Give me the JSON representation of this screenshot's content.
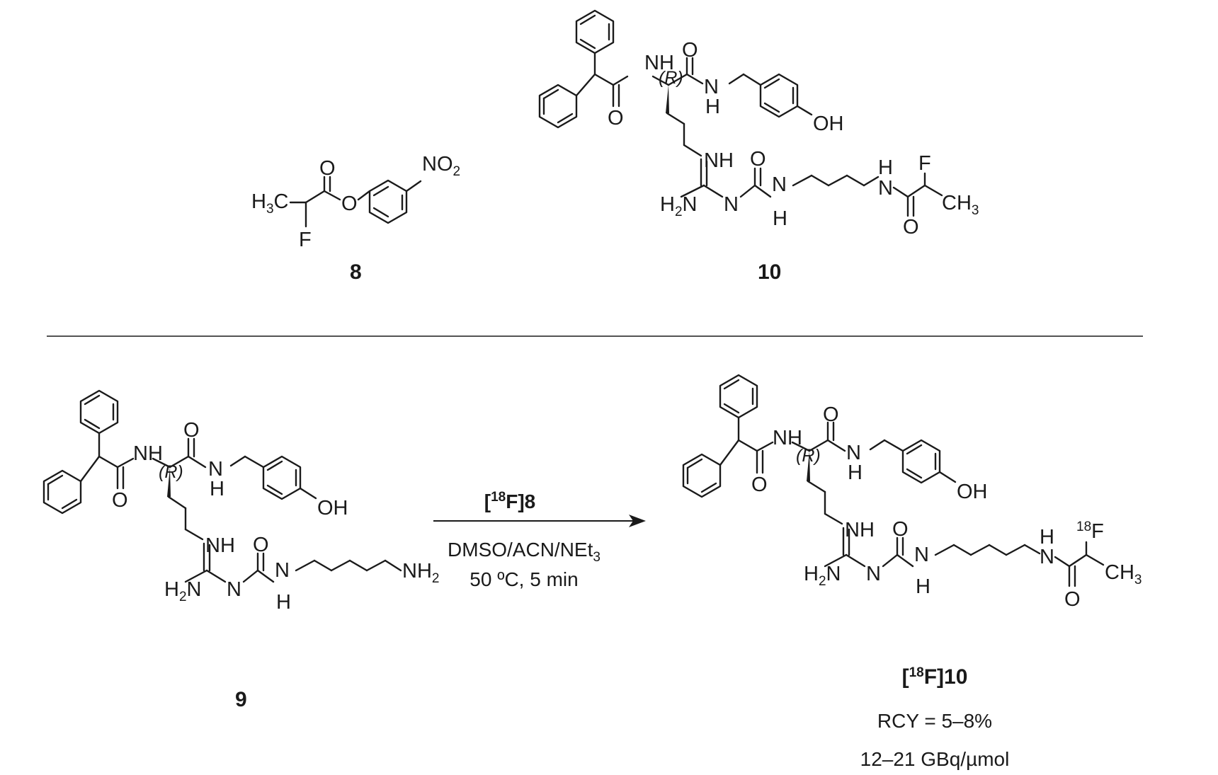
{
  "compounds": {
    "c8": {
      "id": "8"
    },
    "c10": {
      "id": "10"
    },
    "c9": {
      "id": "9"
    },
    "f10": {
      "id_prefix": "[",
      "isotope": "18",
      "id_suffix": "F]10",
      "rcy": "RCY = 5–8%",
      "molar_activity": "12–21 GBq/µmol"
    }
  },
  "reaction": {
    "reagent_prefix": "[",
    "reagent_isotope": "18",
    "reagent_suffix": "F]8",
    "solvents_main": "DMSO/ACN/NEt",
    "solvents_sub": "3",
    "conditions": "50 ºC, 5 min"
  },
  "atoms": {
    "H3C": "H",
    "H3C_sub": "3",
    "H3C_tail": "C",
    "F": "F",
    "O": "O",
    "NO2": "NO",
    "NO2_sub": "2",
    "NH": "NH",
    "N": "N",
    "H": "H",
    "OH": "OH",
    "H2N": "H",
    "H2N_sub": "2",
    "H2N_tail": "N",
    "NH2": "NH",
    "NH2_sub": "2",
    "CH3": "CH",
    "CH3_sub": "3",
    "R": "(R)",
    "F18_iso": "18"
  },
  "colors": {
    "ink": "#1a1a1a",
    "background": "#ffffff"
  }
}
